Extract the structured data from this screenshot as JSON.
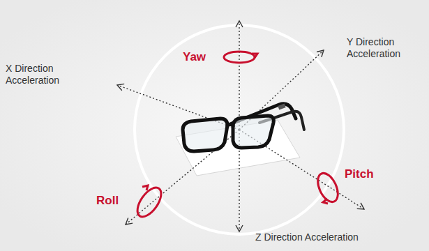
{
  "diagram": {
    "labels": [
      "Yaw",
      "Y Direction Acceleration",
      "X Direction Acceleration",
      "Pitch",
      "Roll",
      "Z Direction Acceleration"
    ]
  }
}
